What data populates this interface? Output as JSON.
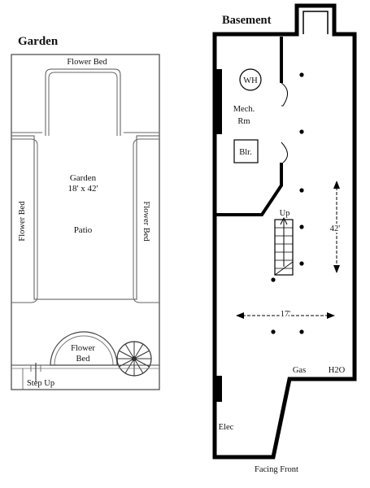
{
  "garden": {
    "title": "Garden",
    "flower_bed_top": "Flower Bed",
    "flower_bed_left": "Flower Bed",
    "flower_bed_right": "Flower Bed",
    "flower_bed_bottom_line1": "Flower",
    "flower_bed_bottom_line2": "Bed",
    "name": "Garden",
    "dimensions": "18' x 42'",
    "patio": "Patio",
    "step_up": "Step Up"
  },
  "basement": {
    "title": "Basement",
    "water_heater": "WH",
    "mech_room_line1": "Mech.",
    "mech_room_line2": "Rm",
    "boiler": "Blr.",
    "stairs_label": "Up",
    "length": "42'",
    "width": "17'",
    "gas": "Gas",
    "water": "H2O",
    "electric": "Elec",
    "facing": "Facing Front"
  }
}
